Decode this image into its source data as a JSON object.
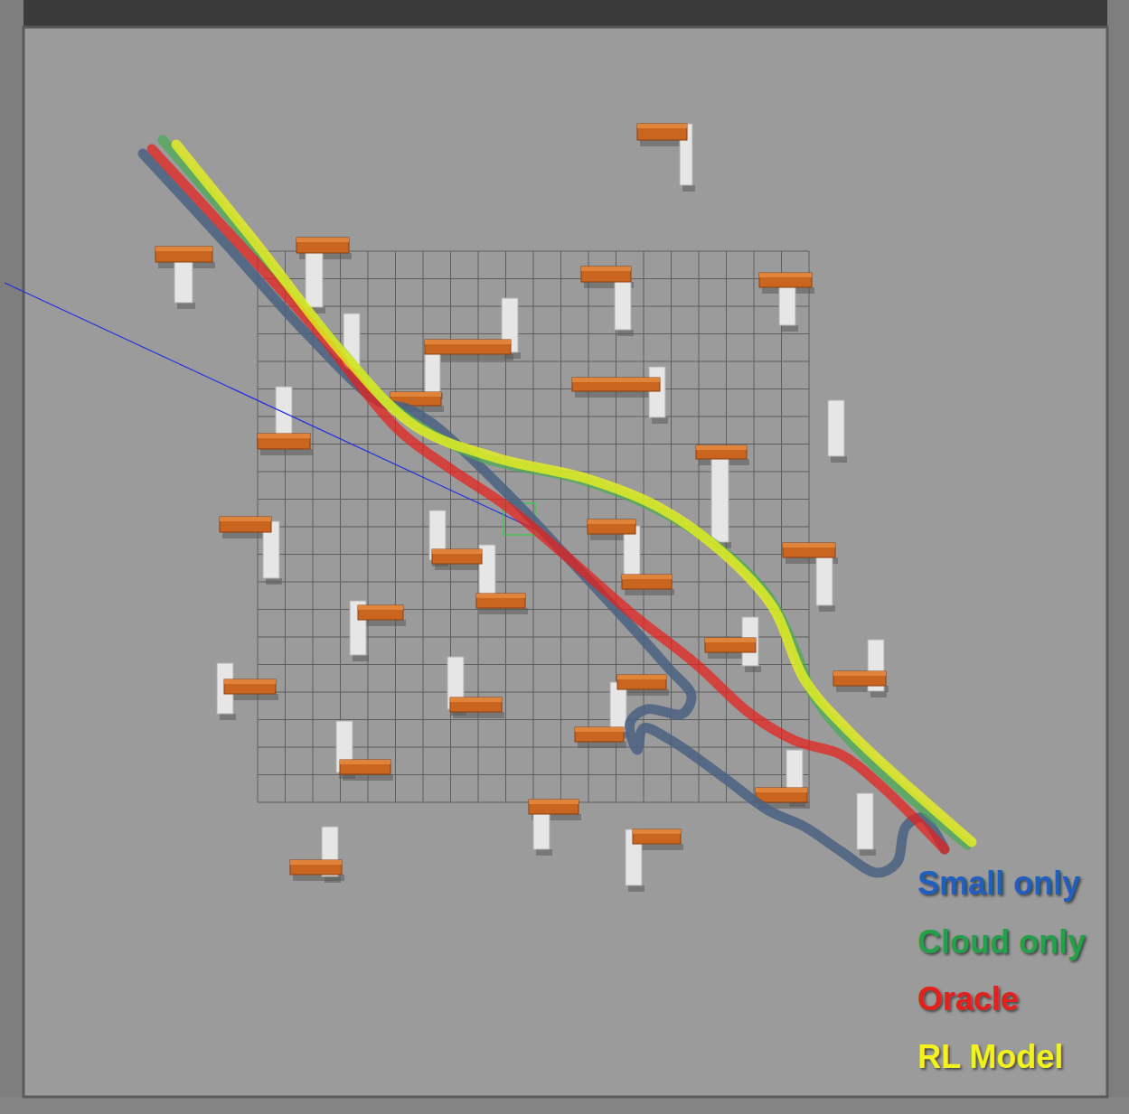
{
  "diagram": {
    "legend": [
      {
        "text": "Small only",
        "color": "#1f5fbf"
      },
      {
        "text": "Cloud only",
        "color": "#22a04a"
      },
      {
        "text": "Oracle",
        "color": "#e3201b"
      },
      {
        "text": "RL Model",
        "color": "#f2f21e"
      }
    ]
  }
}
